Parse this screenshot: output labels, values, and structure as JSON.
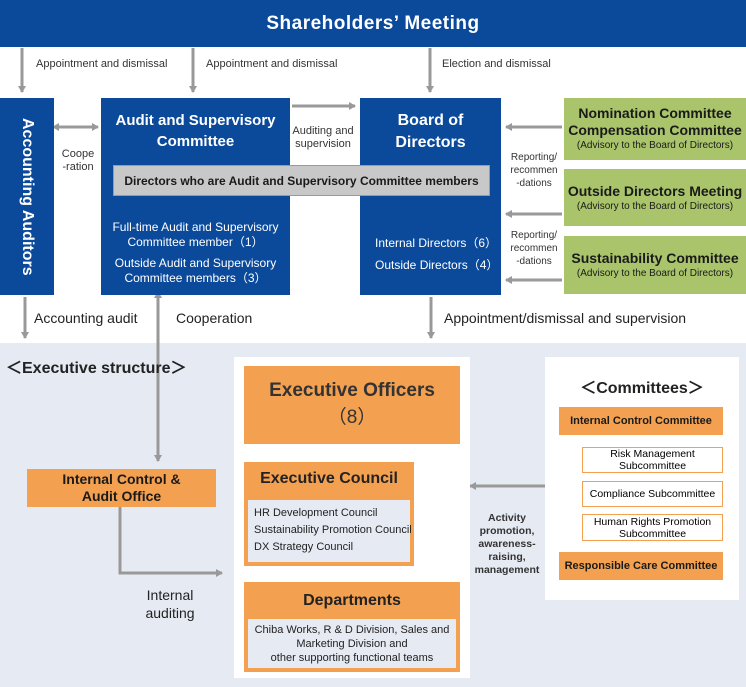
{
  "header": {
    "title": "Shareholders’ Meeting"
  },
  "top_labels": {
    "appoint1": "Appointment and dismissal",
    "appoint2": "Appointment and dismissal",
    "election": "Election and dismissal"
  },
  "accounting_auditors": {
    "title": "Accounting Auditors"
  },
  "cooperation_short": "Coope\n-ration",
  "audit_committee": {
    "title": "Audit and Supervisory Committee",
    "fulltime": "Full-time Audit and Supervisory Committee member（1）",
    "outside": "Outside Audit and Supervisory Committee members（3）"
  },
  "auditing_label": "Auditing and supervision",
  "directors_banner": "Directors who are Audit and Supervisory Committee members",
  "board": {
    "title": "Board of Directors",
    "internal": "Internal Directors（6）",
    "outside": "Outside Directors（4）"
  },
  "reporting1": "Reporting/\nrecommen\n-dations",
  "reporting2": "Reporting/\nrecommen\n-dations",
  "advisory": {
    "nomination": {
      "title1": "Nomination Committee",
      "title2": "Compensation Committee",
      "sub": "(Advisory to the Board of Directors)"
    },
    "outside_meeting": {
      "title": "Outside Directors Meeting",
      "sub": "(Advisory to the Board of Directors)"
    },
    "sustainability": {
      "title": "Sustainability Committee",
      "sub": "(Advisory to the Board of Directors)"
    }
  },
  "mid_labels": {
    "accounting_audit": "Accounting audit",
    "cooperation": "Cooperation",
    "appoint_supervision": "Appointment/dismissal and supervision"
  },
  "executive_structure": "＜Executive structure＞",
  "internal_control_office": {
    "title": "Internal Control & Audit Office"
  },
  "internal_auditing": "Internal\nauditing",
  "executive_officers": {
    "title": "Executive Officers",
    "count": "（8）"
  },
  "executive_council": {
    "title": "Executive Council",
    "items": [
      "HR Development Council",
      "Sustainability Promotion Council",
      "DX Strategy Council"
    ]
  },
  "departments": {
    "title": "Departments",
    "desc": "Chiba Works, R & D Division, Sales and\nMarketing Division and\nother supporting functional teams"
  },
  "activity_label": "Activity\npromotion,\nawareness-\nraising,\nmanagement",
  "committees": {
    "title": "＜Committees＞",
    "internal_control": "Internal Control Committee",
    "subs": [
      "Risk Management Subcommittee",
      "Compliance Subcommittee",
      "Human Rights Promotion Subcommittee"
    ],
    "responsible_care": "Responsible Care Committee"
  },
  "colors": {
    "blue": "#0b4a9b",
    "green": "#a9c46a",
    "orange": "#f3a050",
    "panel": "#e6eaf3",
    "arrow": "#999999"
  }
}
